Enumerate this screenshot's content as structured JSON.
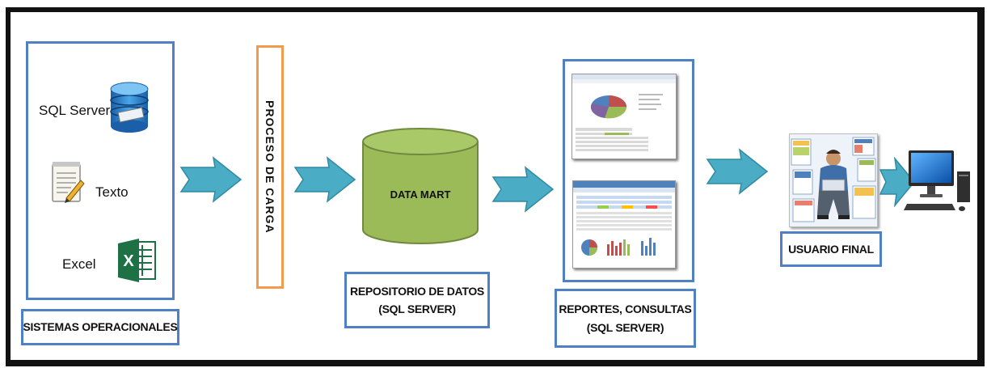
{
  "sources": {
    "items": [
      {
        "label": "SQL Server",
        "icon": "database-icon"
      },
      {
        "label": "Texto",
        "icon": "notepad-pencil-icon"
      },
      {
        "label": "Excel",
        "icon": "excel-icon"
      }
    ],
    "caption": "SISTEMAS OPERACIONALES"
  },
  "etl": {
    "label": "PROCESO DE CARGA"
  },
  "datamart": {
    "label": "DATA MART",
    "caption_line1": "REPOSITORIO DE DATOS",
    "caption_line2": "(SQL SERVER)"
  },
  "reports": {
    "caption_line1": "REPORTES, CONSULTAS",
    "caption_line2": "(SQL SERVER)"
  },
  "enduser": {
    "caption": "USUARIO FINAL"
  },
  "colors": {
    "box_border": "#4f7fc4",
    "etl_border": "#f39a4c",
    "arrow": "#4bacc6",
    "cylinder": "#9bbb59"
  }
}
